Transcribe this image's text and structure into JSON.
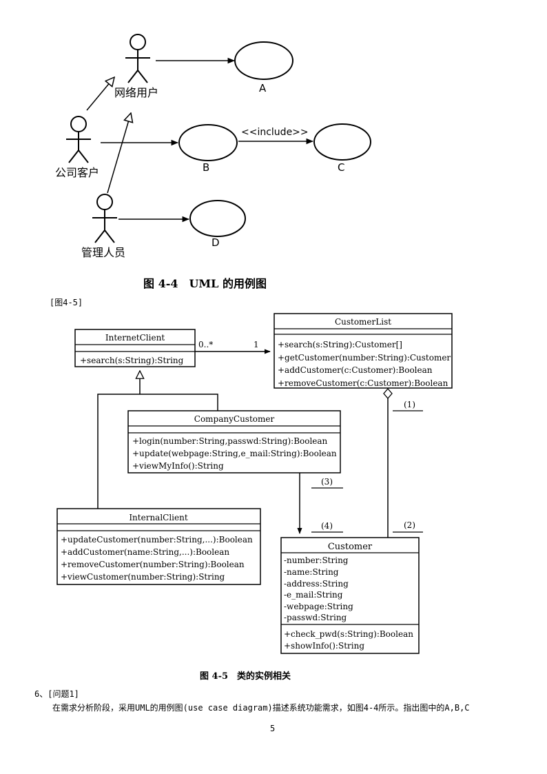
{
  "figure1": {
    "actors": {
      "network_user": "网络用户",
      "company_client": "公司客户",
      "admin": "管理人员"
    },
    "use_cases": {
      "a": "A",
      "b": "B",
      "c": "C",
      "d": "D"
    },
    "include_label": "<<include>>",
    "caption": "图 4-4　UML 的用例图"
  },
  "figure2_ref": "[图4-5]",
  "figure2": {
    "customer_list": {
      "name": "CustomerList",
      "methods": [
        "+search(s:String):Customer[]",
        "+getCustomer(number:String):Customer",
        "+addCustomer(c:Customer):Boolean",
        "+removeCustomer(c:Customer):Boolean"
      ]
    },
    "internet_client": {
      "name": "InternetClient",
      "methods": [
        "+search(s:String):String"
      ]
    },
    "company_customer": {
      "name": "CompanyCustomer",
      "methods": [
        "+login(number:String,passwd:String):Boolean",
        "+update(webpage:String,e_mail:String):Boolean",
        "+viewMyInfo():String"
      ]
    },
    "internal_client": {
      "name": "InternalClient",
      "methods": [
        "+updateCustomer(number:String,...):Boolean",
        "+addCustomer(name:String,...):Boolean",
        "+removeCustomer(number:String):Boolean",
        "+viewCustomer(number:String):String"
      ]
    },
    "customer": {
      "name": "Customer",
      "attributes": [
        "-number:String",
        "-name:String",
        "-address:String",
        "-e_mail:String",
        "-webpage:String",
        "-passwd:String"
      ],
      "methods": [
        "+check_pwd(s:String):Boolean",
        "+showInfo():String"
      ]
    },
    "multiplicity_many": "0..*",
    "multiplicity_one": "1",
    "blank1": "(1)",
    "blank2": "(2)",
    "blank3": "(3)",
    "blank4": "(4)",
    "caption": "图 4-5　类的实例相关"
  },
  "question": {
    "label": "6、[问题1]",
    "text": "在需求分析阶段，采用UML的用例图(use case diagram)描述系统功能需求，如图4-4所示。指出图中的A,B,C"
  },
  "page_number": "5"
}
